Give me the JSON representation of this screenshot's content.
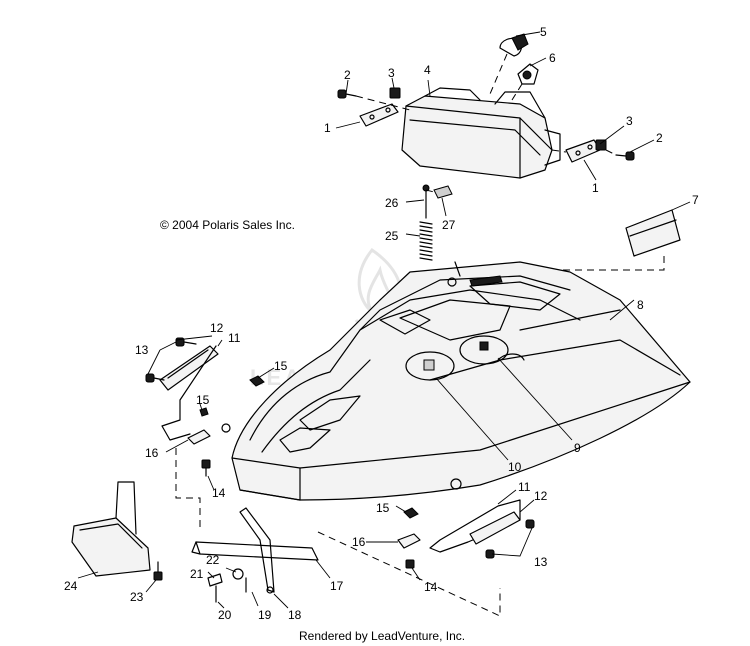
{
  "copyright": "© 2004 Polaris Sales Inc.",
  "footer": "Rendered by LeadVenture, Inc.",
  "watermark": "LEADVENTURE",
  "callouts": [
    {
      "id": "c1a",
      "text": "1"
    },
    {
      "id": "c2a",
      "text": "2"
    },
    {
      "id": "c3a",
      "text": "3"
    },
    {
      "id": "c4",
      "text": "4"
    },
    {
      "id": "c5",
      "text": "5"
    },
    {
      "id": "c6",
      "text": "6"
    },
    {
      "id": "c3b",
      "text": "3"
    },
    {
      "id": "c2b",
      "text": "2"
    },
    {
      "id": "c1b",
      "text": "1"
    },
    {
      "id": "c7",
      "text": "7"
    },
    {
      "id": "c26",
      "text": "26"
    },
    {
      "id": "c27",
      "text": "27"
    },
    {
      "id": "c25",
      "text": "25"
    },
    {
      "id": "c8",
      "text": "8"
    },
    {
      "id": "c12a",
      "text": "12"
    },
    {
      "id": "c11a",
      "text": "11"
    },
    {
      "id": "c13a",
      "text": "13"
    },
    {
      "id": "c15a",
      "text": "15"
    },
    {
      "id": "c15b",
      "text": "15"
    },
    {
      "id": "c16a",
      "text": "16"
    },
    {
      "id": "c14a",
      "text": "14"
    },
    {
      "id": "c9",
      "text": "9"
    },
    {
      "id": "c10",
      "text": "10"
    },
    {
      "id": "c11b",
      "text": "11"
    },
    {
      "id": "c12b",
      "text": "12"
    },
    {
      "id": "c15c",
      "text": "15"
    },
    {
      "id": "c16b",
      "text": "16"
    },
    {
      "id": "c13b",
      "text": "13"
    },
    {
      "id": "c14b",
      "text": "14"
    },
    {
      "id": "c17",
      "text": "17"
    },
    {
      "id": "c22",
      "text": "22"
    },
    {
      "id": "c21",
      "text": "21"
    },
    {
      "id": "c20",
      "text": "20"
    },
    {
      "id": "c19",
      "text": "19"
    },
    {
      "id": "c18",
      "text": "18"
    },
    {
      "id": "c24",
      "text": "24"
    },
    {
      "id": "c23",
      "text": "23"
    }
  ]
}
